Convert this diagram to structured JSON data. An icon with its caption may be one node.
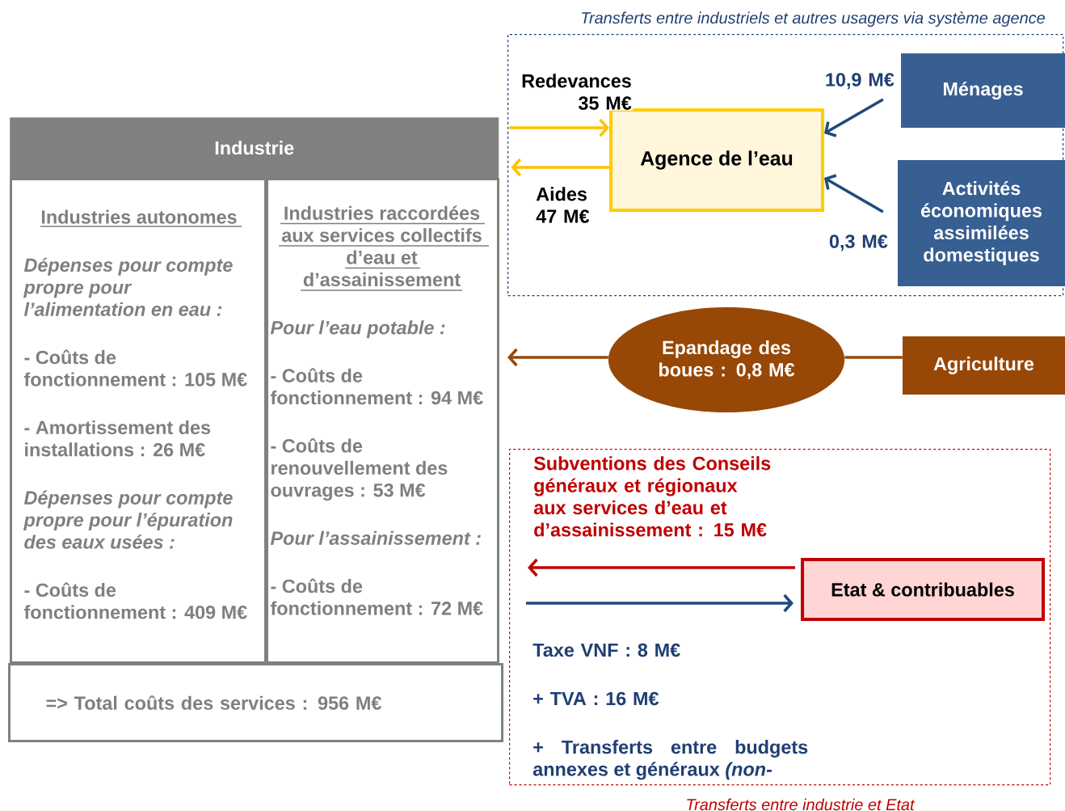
{
  "diagram": {
    "nodes": [
      {
        "text": [
          "Industrie"
        ]
      },
      {
        "text": [
          "Industries autonomes",
          "Dépenses pour compte propre pour l’alimentation en eau :",
          "- Coûts de fonctionnement : 105 M€",
          "- Amortissement des installations : 26 M€",
          "Dépenses pour compte propre pour l’épuration des eaux usées :",
          "- Coûts de fonctionnement : 409 M€"
        ]
      },
      {
        "text": [
          "Industries raccordées aux services collectifs d’eau et d’assainissement",
          "Pour l’eau potable :",
          "- Coûts de fonctionnement : 94 M€",
          "- Coûts de renouvellement des ouvrages : 53 M€",
          "Pour l’assainissement :",
          "- Coûts de fonctionnement : 72 M€"
        ]
      },
      {
        "text": [
          "=> Total coûts des services : 956 M€"
        ]
      },
      {
        "text": [
          "Transferts entre industriels et autres usagers via système agence"
        ]
      },
      {
        "text": [
          "Agence de l’eau"
        ],
        "in": 4
      },
      {
        "text": [
          "Ménages"
        ],
        "in": 4
      },
      {
        "text": [
          "Activités économiques assimilées domestiques"
        ],
        "in": 4
      },
      {
        "text": [
          "Epandage des boues : 0,8 M€"
        ]
      },
      {
        "text": [
          "Agriculture"
        ]
      },
      {
        "text": [
          "Transferts entre industrie et Etat"
        ]
      },
      {
        "text": [
          "Etat & contribuables"
        ],
        "in": 10
      }
    ],
    "edges": [
      {
        "from": 0,
        "to": 5,
        "arrow": "to",
        "label": "Redevances 35 M€",
        "color": "#ffc000"
      },
      {
        "from": 5,
        "to": 0,
        "arrow": "to",
        "label": "Aides 47 M€",
        "color": "#ffc000"
      },
      {
        "from": 6,
        "to": 5,
        "arrow": "to",
        "label": "10,9 M€",
        "color": "#1f497d"
      },
      {
        "from": 7,
        "to": 5,
        "arrow": "to",
        "label": "0,3 M€",
        "color": "#1f497d"
      },
      {
        "from": 9,
        "to": 8,
        "arrow": "none",
        "color": "#974706"
      },
      {
        "from": 8,
        "to": 2,
        "arrow": "to",
        "color": "#974706"
      },
      {
        "from": 11,
        "to": 2,
        "arrow": "to",
        "label": "Subventions des Conseils généraux et régionaux aux services d’eau et d’assainissement : 15 M€",
        "color": "#c00000"
      },
      {
        "from": 2,
        "to": 11,
        "arrow": "to",
        "color": "#1f497d"
      }
    ],
    "labels": [
      "Taxe VNF : 8 M€",
      "+ TVA : 16 M€",
      "+ Transferts entre budgets annexes et généraux *(non-*"
    ]
  }
}
